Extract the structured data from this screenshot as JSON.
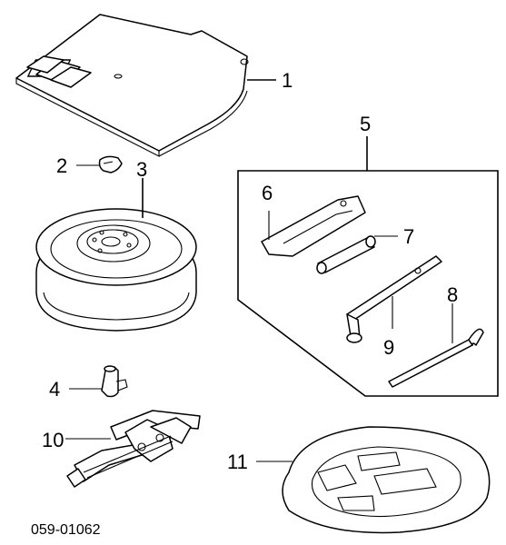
{
  "labels": {
    "l1": "1",
    "l2": "2",
    "l3": "3",
    "l4": "4",
    "l5": "5",
    "l6": "6",
    "l7": "7",
    "l8": "8",
    "l9": "9",
    "l10": "10",
    "l11": "11"
  },
  "figure_code": "059-01062"
}
